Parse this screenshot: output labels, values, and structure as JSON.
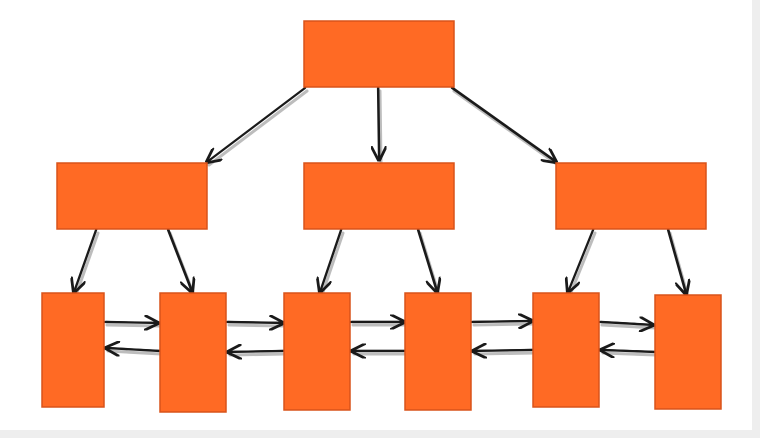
{
  "colors": {
    "background": "#eeeeee",
    "panel": "#ffffff",
    "node_fill": "#ff6a24",
    "node_stroke": "#d9531a",
    "arrow": "#1a1a1a",
    "shadow": "#bdbdbd"
  },
  "diagram": {
    "type": "tree-with-linked-leaves",
    "nodes": [
      {
        "id": "root",
        "label": ""
      },
      {
        "id": "mid-left",
        "label": ""
      },
      {
        "id": "mid-center",
        "label": ""
      },
      {
        "id": "mid-right",
        "label": ""
      },
      {
        "id": "leaf-1",
        "label": ""
      },
      {
        "id": "leaf-2",
        "label": ""
      },
      {
        "id": "leaf-3",
        "label": ""
      },
      {
        "id": "leaf-4",
        "label": ""
      },
      {
        "id": "leaf-5",
        "label": ""
      },
      {
        "id": "leaf-6",
        "label": ""
      }
    ],
    "edges": [
      {
        "from": "root",
        "to": "mid-left"
      },
      {
        "from": "root",
        "to": "mid-center"
      },
      {
        "from": "root",
        "to": "mid-right"
      },
      {
        "from": "mid-left",
        "to": "leaf-1"
      },
      {
        "from": "mid-left",
        "to": "leaf-2"
      },
      {
        "from": "mid-center",
        "to": "leaf-3"
      },
      {
        "from": "mid-center",
        "to": "leaf-4"
      },
      {
        "from": "mid-right",
        "to": "leaf-5"
      },
      {
        "from": "mid-right",
        "to": "leaf-6"
      },
      {
        "from": "leaf-1",
        "to": "leaf-2"
      },
      {
        "from": "leaf-2",
        "to": "leaf-1"
      },
      {
        "from": "leaf-2",
        "to": "leaf-3"
      },
      {
        "from": "leaf-3",
        "to": "leaf-2"
      },
      {
        "from": "leaf-3",
        "to": "leaf-4"
      },
      {
        "from": "leaf-4",
        "to": "leaf-3"
      },
      {
        "from": "leaf-4",
        "to": "leaf-5"
      },
      {
        "from": "leaf-5",
        "to": "leaf-4"
      },
      {
        "from": "leaf-5",
        "to": "leaf-6"
      },
      {
        "from": "leaf-6",
        "to": "leaf-5"
      }
    ]
  }
}
